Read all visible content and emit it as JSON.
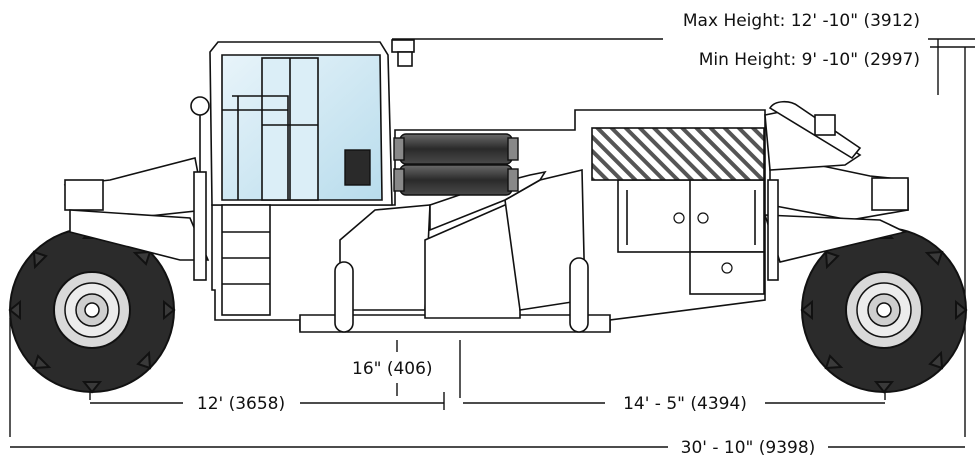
{
  "dimensions": {
    "max_height": "Max Height: 12' -10\" (3912)",
    "min_height": "Min Height: 9' -10\" (2997)",
    "ground_clearance": "16\" (406)",
    "front_axle_to_center": "12' (3658)",
    "center_to_rear_axle": "14' - 5\" (4394)",
    "overall_length": "30' - 10\" (9398)"
  },
  "colors": {
    "line": "#111111",
    "body_fill": "#ffffff",
    "tire": "#2b2b2b",
    "glass": "#cfe6f2",
    "cylinder": "#3a3a3a",
    "hatch": "#555555"
  }
}
